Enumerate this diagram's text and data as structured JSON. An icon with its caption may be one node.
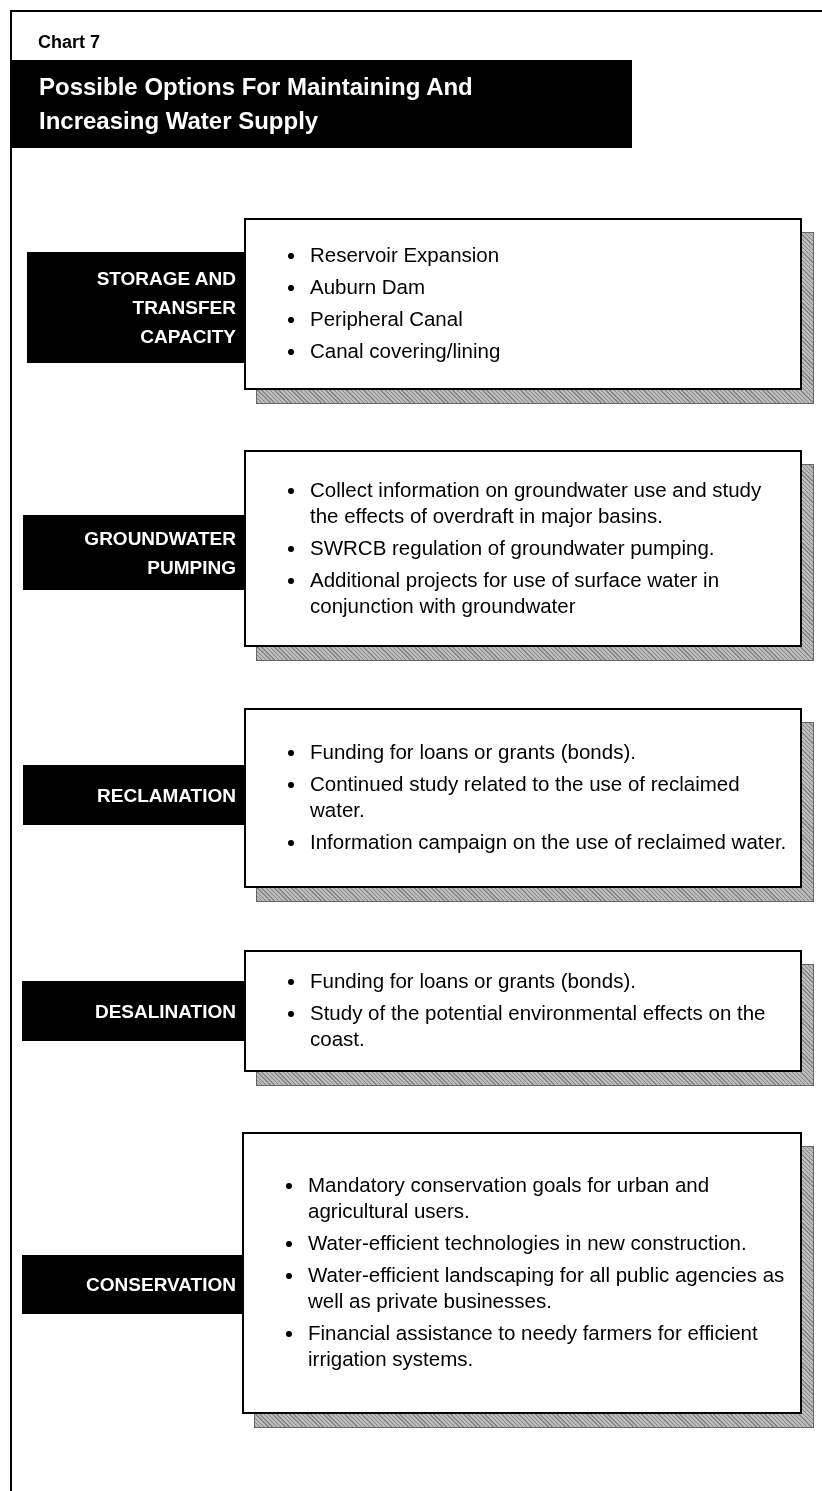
{
  "diagram": {
    "title": "Possible Options For Maintaining And Increasing Water Supply",
    "nodes": [
      {
        "text": [
          "STORAGE AND TRANSFER CAPACITY"
        ]
      },
      {
        "text": [
          "Reservoir Expansion",
          "Auburn Dam",
          "Peripheral Canal",
          "Canal covering/lining"
        ]
      },
      {
        "text": [
          "GROUNDWATER PUMPING"
        ]
      },
      {
        "text": [
          "Collect information on groundwater use and study the effects of overdraft in major basins.",
          "SWRCB regulation of groundwater pumping.",
          "Additional projects for use of surface water in conjunction with groundwater"
        ]
      },
      {
        "text": [
          "RECLAMATION"
        ]
      },
      {
        "text": [
          "Funding for loans or grants (bonds).",
          "Continued study  related to the use of reclaimed water.",
          "Information campaign on the use of reclaimed water."
        ]
      },
      {
        "text": [
          "DESALINATION"
        ]
      },
      {
        "text": [
          "Funding for loans or grants (bonds).",
          "Study of the potential environmental effects on the coast."
        ]
      },
      {
        "text": [
          "CONSERVATION"
        ]
      },
      {
        "text": [
          "Mandatory conservation goals for urban and agricultural users.",
          "Water-efficient technologies in new construction.",
          "Water-efficient landscaping for all public agencies as well as private businesses.",
          "Financial assistance to needy farmers for efficient irrigation systems."
        ]
      }
    ],
    "labels": [
      "Chart 7"
    ]
  }
}
